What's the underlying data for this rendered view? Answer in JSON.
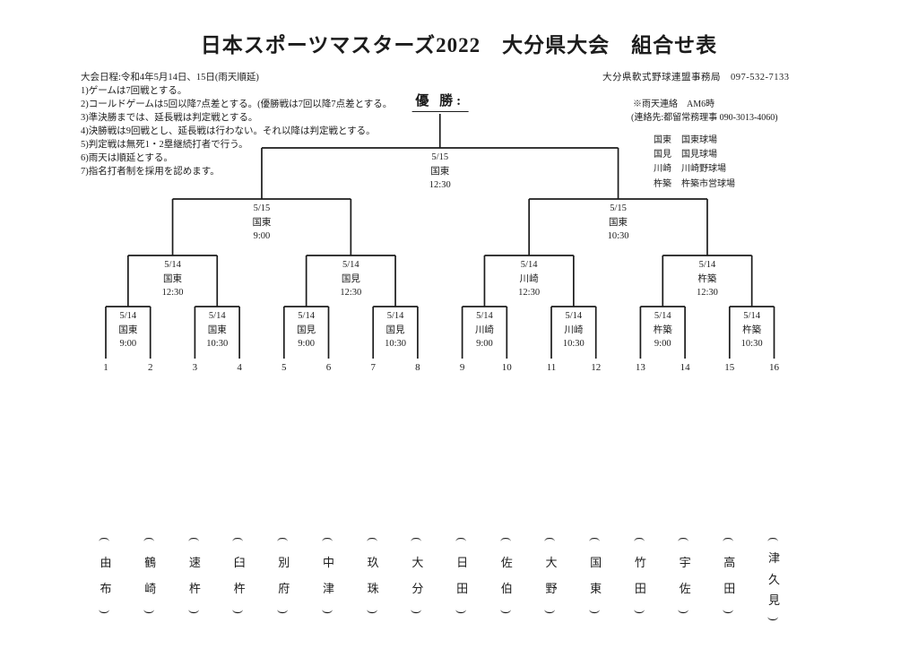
{
  "title": "日本スポーツマスターズ2022　大分県大会　組合せ表",
  "notes": {
    "schedule": "大会日程:令和4年5月14日、15日(雨天順延)",
    "rules": [
      "1)ゲームは7回戦とする。",
      "2)コールドゲームは5回以降7点差とする。(優勝戦は7回以降7点差とする。",
      "3)準決勝までは、延長戦は判定戦とする。",
      "4)決勝戦は9回戦とし、延長戦は行わない。それ以降は判定戦とする。",
      "5)判定戦は無死1・2塁継続打者で行う。",
      "6)雨天は順延とする。",
      "7)指名打者制を採用を認めます。"
    ]
  },
  "contact": {
    "office": "大分県軟式野球連盟事務局　097-532-7133",
    "rain_note": "※雨天連絡　AM6時",
    "rain_contact": "(連絡先:都留常務理事 090-3013-4060)"
  },
  "venues": [
    {
      "abbr": "国東",
      "name": "国東球場"
    },
    {
      "abbr": "国見",
      "name": "国見球場"
    },
    {
      "abbr": "川崎",
      "name": "川崎野球場"
    },
    {
      "abbr": "杵築",
      "name": "杵築市営球場"
    }
  ],
  "champion_label": "優 勝:",
  "bracket": {
    "final": {
      "date": "5/15",
      "venue": "国東",
      "time": "12:30"
    },
    "semifinals": [
      {
        "date": "5/15",
        "venue": "国東",
        "time": "9:00"
      },
      {
        "date": "5/15",
        "venue": "国東",
        "time": "10:30"
      }
    ],
    "quarterfinals": [
      {
        "date": "5/14",
        "venue": "国東",
        "time": "12:30"
      },
      {
        "date": "5/14",
        "venue": "国見",
        "time": "12:30"
      },
      {
        "date": "5/14",
        "venue": "川崎",
        "time": "12:30"
      },
      {
        "date": "5/14",
        "venue": "杵築",
        "time": "12:30"
      }
    ],
    "first_round": [
      {
        "date": "5/14",
        "venue": "国東",
        "time": "9:00"
      },
      {
        "date": "5/14",
        "venue": "国東",
        "time": "10:30"
      },
      {
        "date": "5/14",
        "venue": "国見",
        "time": "9:00"
      },
      {
        "date": "5/14",
        "venue": "国見",
        "time": "10:30"
      },
      {
        "date": "5/14",
        "venue": "川崎",
        "time": "9:00"
      },
      {
        "date": "5/14",
        "venue": "川崎",
        "time": "10:30"
      },
      {
        "date": "5/14",
        "venue": "杵築",
        "time": "9:00"
      },
      {
        "date": "5/14",
        "venue": "杵築",
        "time": "10:30"
      }
    ],
    "seeds": [
      "1",
      "2",
      "3",
      "4",
      "5",
      "6",
      "7",
      "8",
      "9",
      "10",
      "11",
      "12",
      "13",
      "14",
      "15",
      "16"
    ]
  },
  "teams": [
    "由布",
    "鶴崎",
    "速杵",
    "臼杵",
    "別府",
    "中津",
    "玖珠",
    "大分",
    "日田",
    "佐伯",
    "大野",
    "国東",
    "竹田",
    "宇佐",
    "高田",
    "津久見"
  ],
  "colors": {
    "ink": "#1b1b1b",
    "paper": "#ffffff"
  }
}
